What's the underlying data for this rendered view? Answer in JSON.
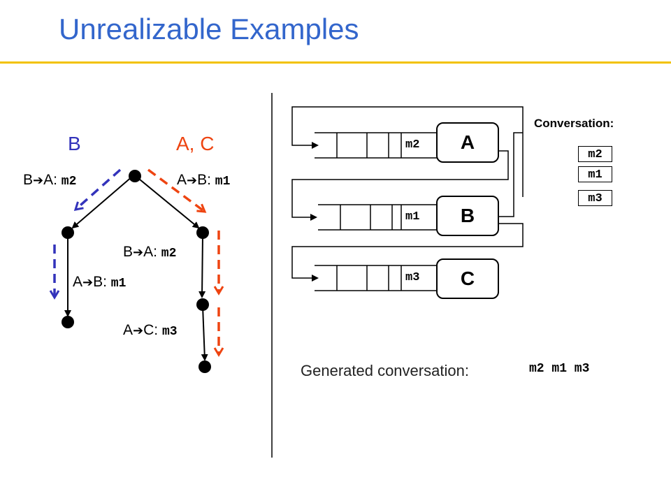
{
  "title": "Unrealizable Examples",
  "colors": {
    "title": "#3366cc",
    "rule": "#f2c200",
    "blue_path": "#3333bb",
    "red_path": "#ee4411"
  },
  "tree": {
    "left_party": "B",
    "right_party": "A, C",
    "edges": [
      {
        "from": "B",
        "to": "A",
        "msg": "m2"
      },
      {
        "from": "A",
        "to": "B",
        "msg": "m1"
      },
      {
        "from": "B",
        "to": "A",
        "msg": "m2"
      },
      {
        "from": "A",
        "to": "B",
        "msg": "m1"
      },
      {
        "from": "A",
        "to": "C",
        "msg": "m3"
      }
    ]
  },
  "peers": [
    {
      "name": "A",
      "queue_head": "m2"
    },
    {
      "name": "B",
      "queue_head": "m1"
    },
    {
      "name": "C",
      "queue_head": "m3"
    }
  ],
  "conversation": {
    "title": "Conversation:",
    "messages": [
      "m2",
      "m1",
      "m3"
    ]
  },
  "generated": {
    "label": "Generated conversation:",
    "value": "m2 m1 m3"
  }
}
